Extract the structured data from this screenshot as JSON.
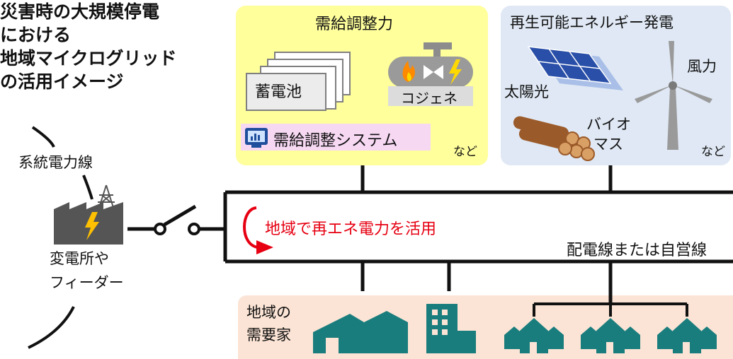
{
  "title": {
    "lines": [
      "災害時の大規模停電",
      "における",
      "地域マイクログリッド",
      "の活用イメージ"
    ]
  },
  "supply_panel": {
    "title": "需給調整力",
    "battery": "蓄電池",
    "cogeneration": "コジェネ",
    "system": "需給調整システム",
    "etc": "など"
  },
  "renewable_panel": {
    "title": "再生可能エネルギー発電",
    "solar": "太陽光",
    "wind": "風力",
    "biomass_1": "バイオ",
    "biomass_2": "マス",
    "etc": "など"
  },
  "grid": {
    "line_label": "系統電力線",
    "substation_1": "変電所や",
    "substation_2": "フィーダー",
    "local_use": "地域で再エネ電力を活用",
    "distribution": "配電線または自営線"
  },
  "demand": {
    "label_1": "地域の",
    "label_2": "需要家"
  },
  "colors": {
    "supply_bg": "#ffff9c",
    "renew_bg": "#dfe8f4",
    "demand_bg": "#fbe4d5",
    "arrow_red": "#e60012",
    "teal": "#1a7d7d",
    "substation": "#555555"
  }
}
